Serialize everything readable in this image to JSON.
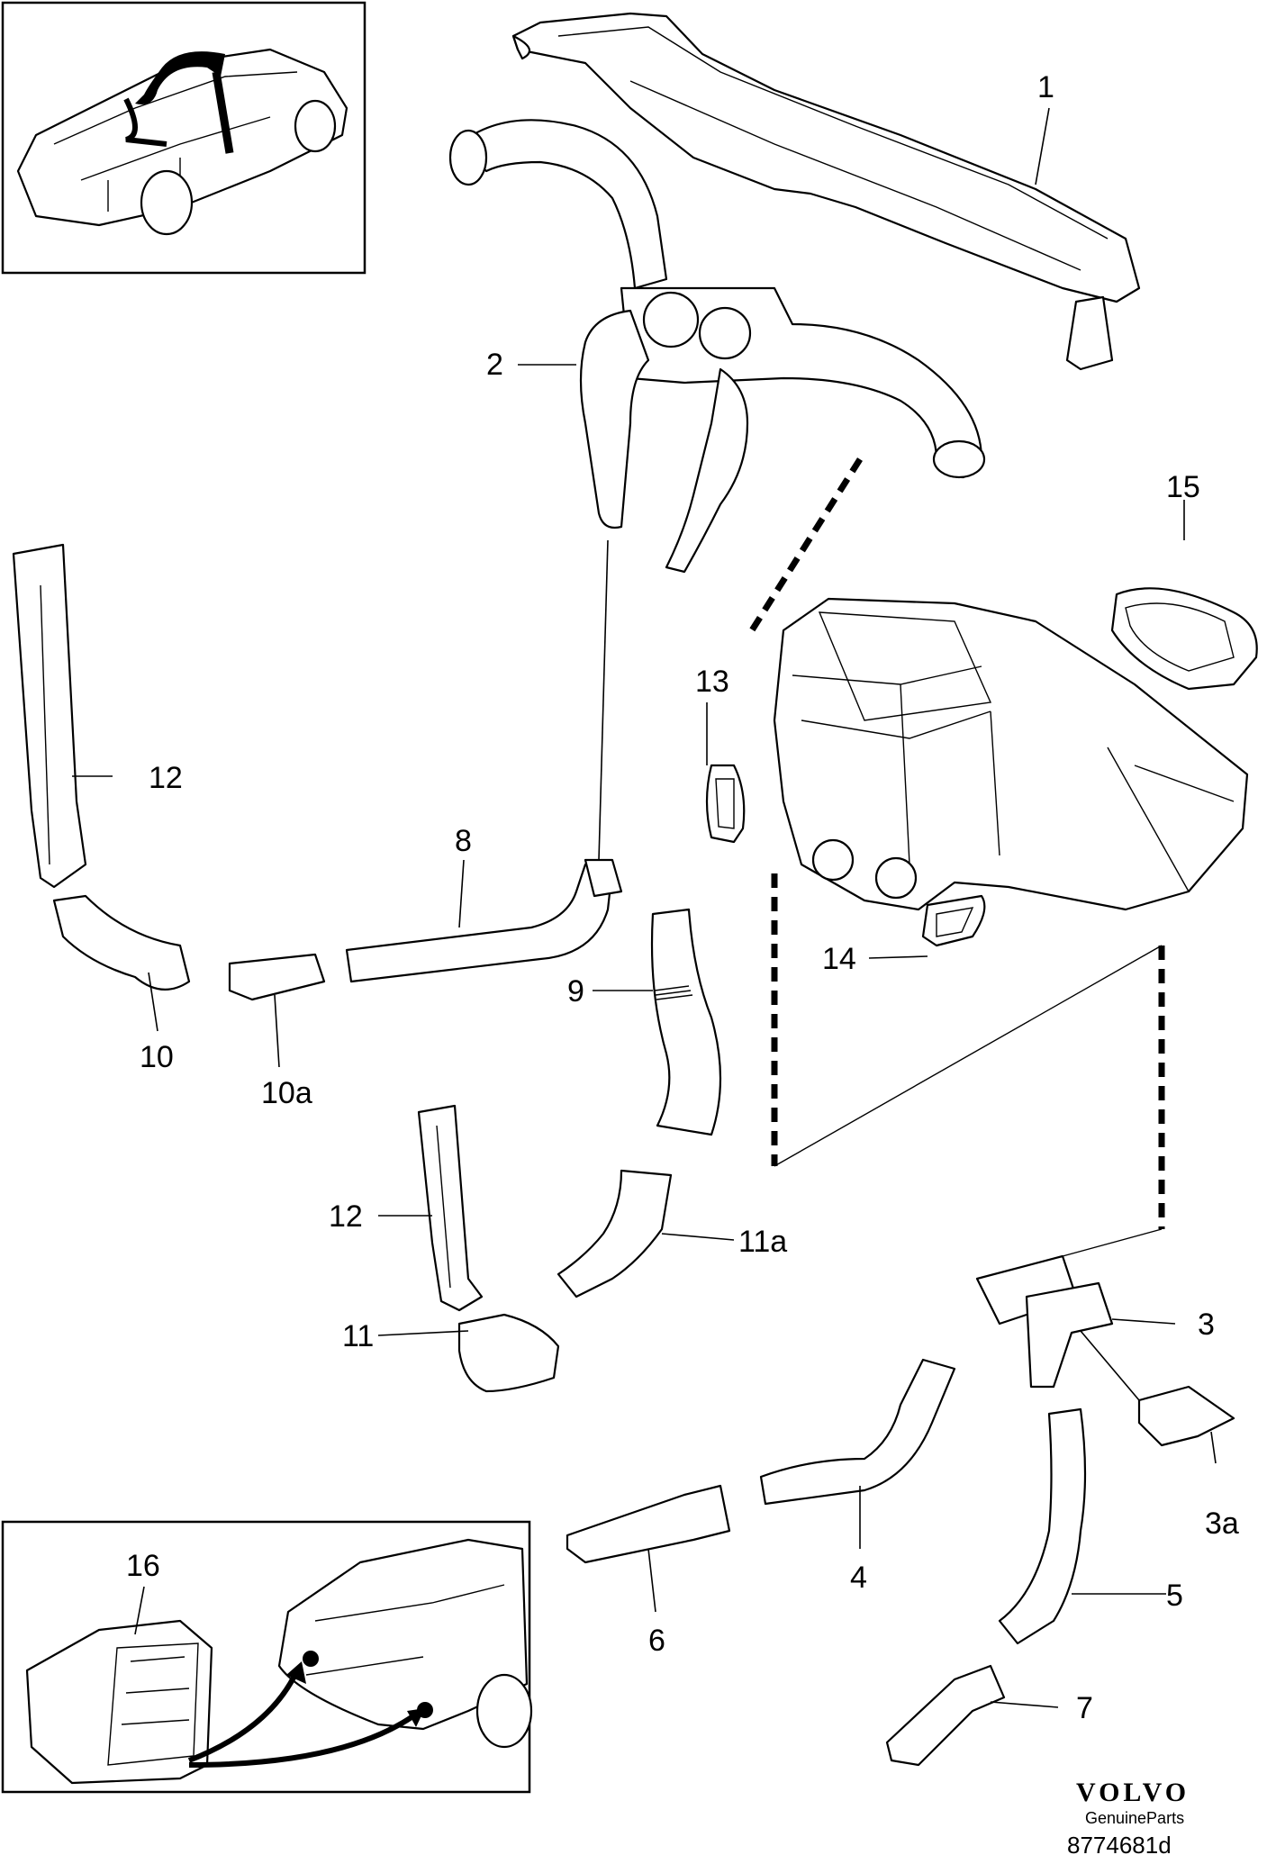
{
  "callouts": [
    {
      "id": "1",
      "text": "1"
    },
    {
      "id": "2",
      "text": "2"
    },
    {
      "id": "3",
      "text": "3"
    },
    {
      "id": "3a",
      "text": "3a"
    },
    {
      "id": "4",
      "text": "4"
    },
    {
      "id": "5",
      "text": "5"
    },
    {
      "id": "6",
      "text": "6"
    },
    {
      "id": "7",
      "text": "7"
    },
    {
      "id": "8",
      "text": "8"
    },
    {
      "id": "9",
      "text": "9"
    },
    {
      "id": "10",
      "text": "10"
    },
    {
      "id": "10a",
      "text": "10a"
    },
    {
      "id": "11",
      "text": "11"
    },
    {
      "id": "11a",
      "text": "11a"
    },
    {
      "id": "12a",
      "text": "12"
    },
    {
      "id": "12b",
      "text": "12"
    },
    {
      "id": "13",
      "text": "13"
    },
    {
      "id": "14",
      "text": "14"
    },
    {
      "id": "15",
      "text": "15"
    },
    {
      "id": "16",
      "text": "16"
    }
  ],
  "footer": {
    "brand": "VOLVO",
    "subtitle": "GenuineParts",
    "reference": "8774681d"
  }
}
